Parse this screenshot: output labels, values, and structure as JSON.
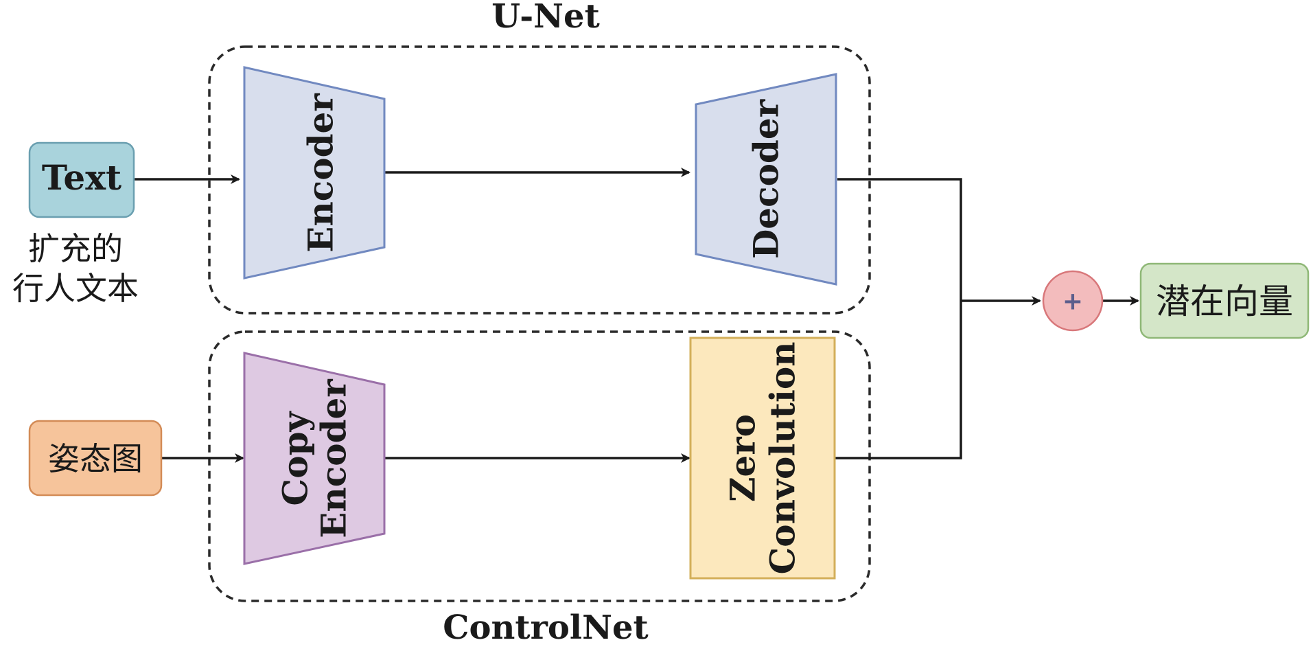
{
  "groups": {
    "unet_label": "U-Net",
    "controlnet_label": "ControlNet"
  },
  "inputs": {
    "text_label": "Text",
    "text_caption_line1": "扩充的",
    "text_caption_line2": "行人文本",
    "pose_label": "姿态图"
  },
  "blocks": {
    "encoder_label": "Encoder",
    "decoder_label": "Decoder",
    "copy_encoder_line1": "Copy",
    "copy_encoder_line2": "Encoder",
    "zero_conv_line1": "Zero",
    "zero_conv_line2": "Convolution"
  },
  "merge": {
    "sum_symbol": "+",
    "output_label": "潜在向量"
  },
  "colors": {
    "text_box_fill": "#a9d3dc",
    "text_box_stroke": "#6a9fb0",
    "pose_box_fill": "#f6c49b",
    "pose_box_stroke": "#d38b56",
    "encoder_fill": "#d8deed",
    "encoder_stroke": "#7189c0",
    "copy_encoder_fill": "#dec9e2",
    "copy_encoder_stroke": "#9a6fa8",
    "zero_conv_fill": "#fce8bd",
    "zero_conv_stroke": "#d3af5a",
    "sum_fill": "#f3bcbd",
    "sum_stroke": "#d8777a",
    "sum_symbol_color": "#5b5e8c",
    "output_fill": "#d4e6c8",
    "output_stroke": "#8fb877",
    "arrow": "#1a1a1a",
    "dashed_border": "#2a2a2a"
  }
}
